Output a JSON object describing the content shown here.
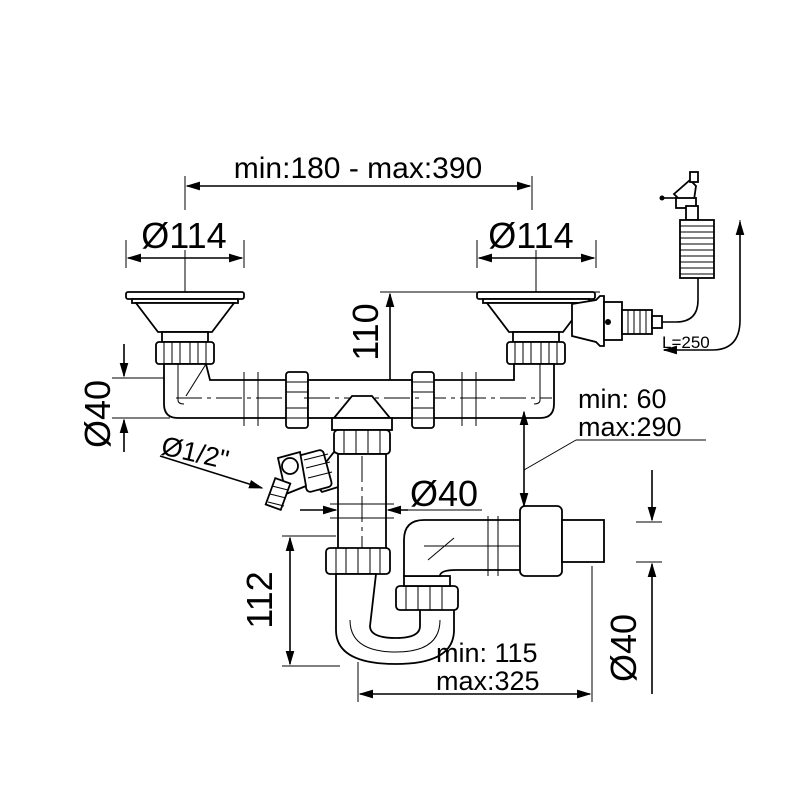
{
  "dimensions": {
    "spacing": "min:180 - max:390",
    "left_basket_diameter": "Ø114",
    "right_basket_diameter": "Ø114",
    "height": "110",
    "inlet_diameter": "Ø40",
    "valve_connection": "Ø1/2\"",
    "branch_diameter": "Ø40",
    "trap_depth": "112",
    "outlet_min": "min:  60",
    "outlet_max": "max:290",
    "overflow_length": "L=250",
    "offset_min": "min: 115",
    "offset_max": "max:325",
    "outlet_diameter": "Ø40"
  }
}
